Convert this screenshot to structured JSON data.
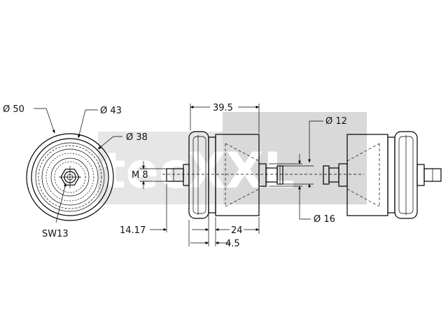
{
  "watermark": {
    "text": "tecXXL"
  },
  "front_view": {
    "dia_outer": "Ø 50",
    "dia_middle": "Ø 43",
    "dia_inner": "Ø 38",
    "wrench": "SW13"
  },
  "side_view": {
    "thread": "M 8",
    "overall_width": "39.5",
    "stud_length": "14.17",
    "body_width": "24",
    "flange": "4.5",
    "bore_top": "Ø 12",
    "bore_bottom": "Ø 16"
  }
}
